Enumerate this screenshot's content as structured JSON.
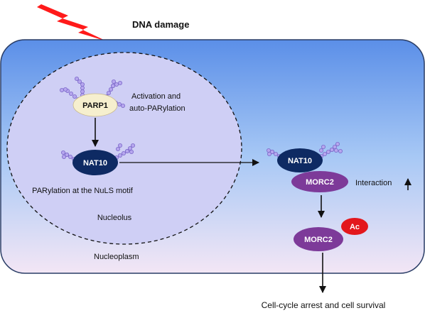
{
  "title": "DNA damage",
  "colors": {
    "cell_top": "#5b8fe8",
    "cell_mid": "#a7c8f5",
    "cell_bottom": "#f3e6f5",
    "nucleolus": "#cfcff5",
    "lightning": "#ff1a1a",
    "parp1_fill": "#f6efce",
    "nat10_fill": "#0e2a63",
    "morc2_fill": "#7d3a99",
    "ac_fill": "#e3171c",
    "par_chain": "#b6a6ee"
  },
  "icons": {
    "damage": "lightning-bolt-icon",
    "par_chain": "poly-adp-ribose-chain-icon"
  },
  "nucleolus": {
    "parp1_label": "PARP1",
    "activation_line1": "Activation and",
    "activation_line2": "auto-PARylation",
    "nat10_label": "NAT10",
    "parylation_label": "PARylation at the NuLS motif",
    "nucleolus_label": "Nucleolus"
  },
  "nucleoplasm": {
    "nat10_label": "NAT10",
    "morc2_label": "MORC2",
    "interaction_label": "Interaction",
    "interaction_arrow": "up",
    "morc2_ac_label": "MORC2",
    "ac_label": "Ac",
    "nucleoplasm_label": "Nucleoplasm"
  },
  "outcome_label": "Cell-cycle arrest and cell survival"
}
